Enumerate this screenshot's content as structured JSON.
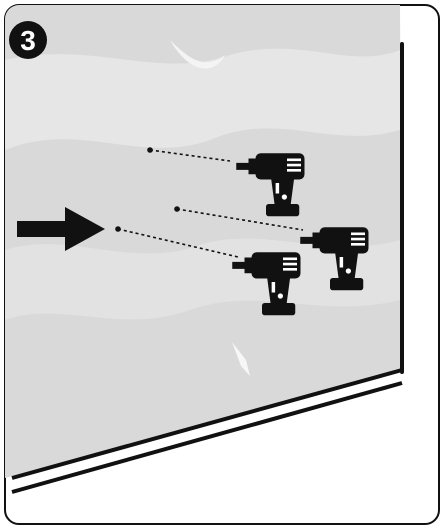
{
  "step": {
    "number": "3"
  },
  "colors": {
    "ink": "#111111",
    "wall": "#d9d9d9",
    "wall_light": "#ececec",
    "background": "#ffffff"
  },
  "figure": {
    "contents": [
      "step-badge",
      "direction-arrow",
      "drill",
      "drill",
      "drill",
      "drill-path"
    ]
  }
}
